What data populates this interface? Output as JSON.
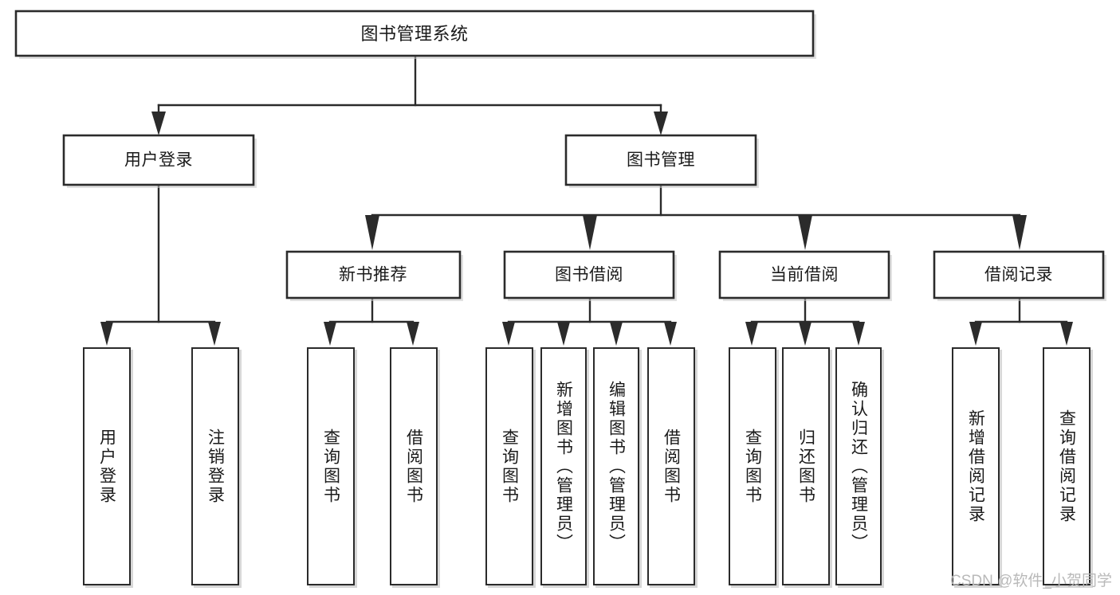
{
  "diagram": {
    "type": "tree",
    "title": "图书管理系统",
    "root": {
      "label": "图书管理系统"
    },
    "level2": [
      {
        "id": "user-login",
        "label": "用户登录"
      },
      {
        "id": "book-management",
        "label": "图书管理"
      }
    ],
    "level3": [
      {
        "id": "new-book-recommend",
        "label": "新书推荐",
        "parent": "book-management"
      },
      {
        "id": "book-borrow",
        "label": "图书借阅",
        "parent": "book-management"
      },
      {
        "id": "current-borrow",
        "label": "当前借阅",
        "parent": "book-management"
      },
      {
        "id": "borrow-record",
        "label": "借阅记录",
        "parent": "book-management"
      }
    ],
    "leaves": [
      {
        "id": "leaf-user-login",
        "label": "用户登录",
        "parent": "user-login"
      },
      {
        "id": "leaf-user-logout",
        "label": "注销登录",
        "parent": "user-login"
      },
      {
        "id": "leaf-query-book-1",
        "label": "查询图书",
        "parent": "new-book-recommend"
      },
      {
        "id": "leaf-borrow-book-1",
        "label": "借阅图书",
        "parent": "new-book-recommend"
      },
      {
        "id": "leaf-query-book-2",
        "label": "查询图书",
        "parent": "book-borrow"
      },
      {
        "id": "leaf-add-book",
        "label": "新增图书（管理员）",
        "parent": "book-borrow"
      },
      {
        "id": "leaf-edit-book",
        "label": "编辑图书（管理员）",
        "parent": "book-borrow"
      },
      {
        "id": "leaf-borrow-book-2",
        "label": "借阅图书",
        "parent": "book-borrow"
      },
      {
        "id": "leaf-query-book-3",
        "label": "查询图书",
        "parent": "current-borrow"
      },
      {
        "id": "leaf-return-book",
        "label": "归还图书",
        "parent": "current-borrow"
      },
      {
        "id": "leaf-confirm-return",
        "label": "确认归还（管理员）",
        "parent": "current-borrow"
      },
      {
        "id": "leaf-add-record",
        "label": "新增借阅记录",
        "parent": "borrow-record"
      },
      {
        "id": "leaf-query-record",
        "label": "查询借阅记录",
        "parent": "borrow-record"
      }
    ]
  },
  "watermark": {
    "text": "CSDN @软件_小贺同学"
  },
  "colors": {
    "stroke": "#2b2b2b",
    "fill": "#ffffff",
    "text": "#1a1a1a",
    "watermark": "#b9b9b9",
    "shadow": "#c9c9c9"
  }
}
